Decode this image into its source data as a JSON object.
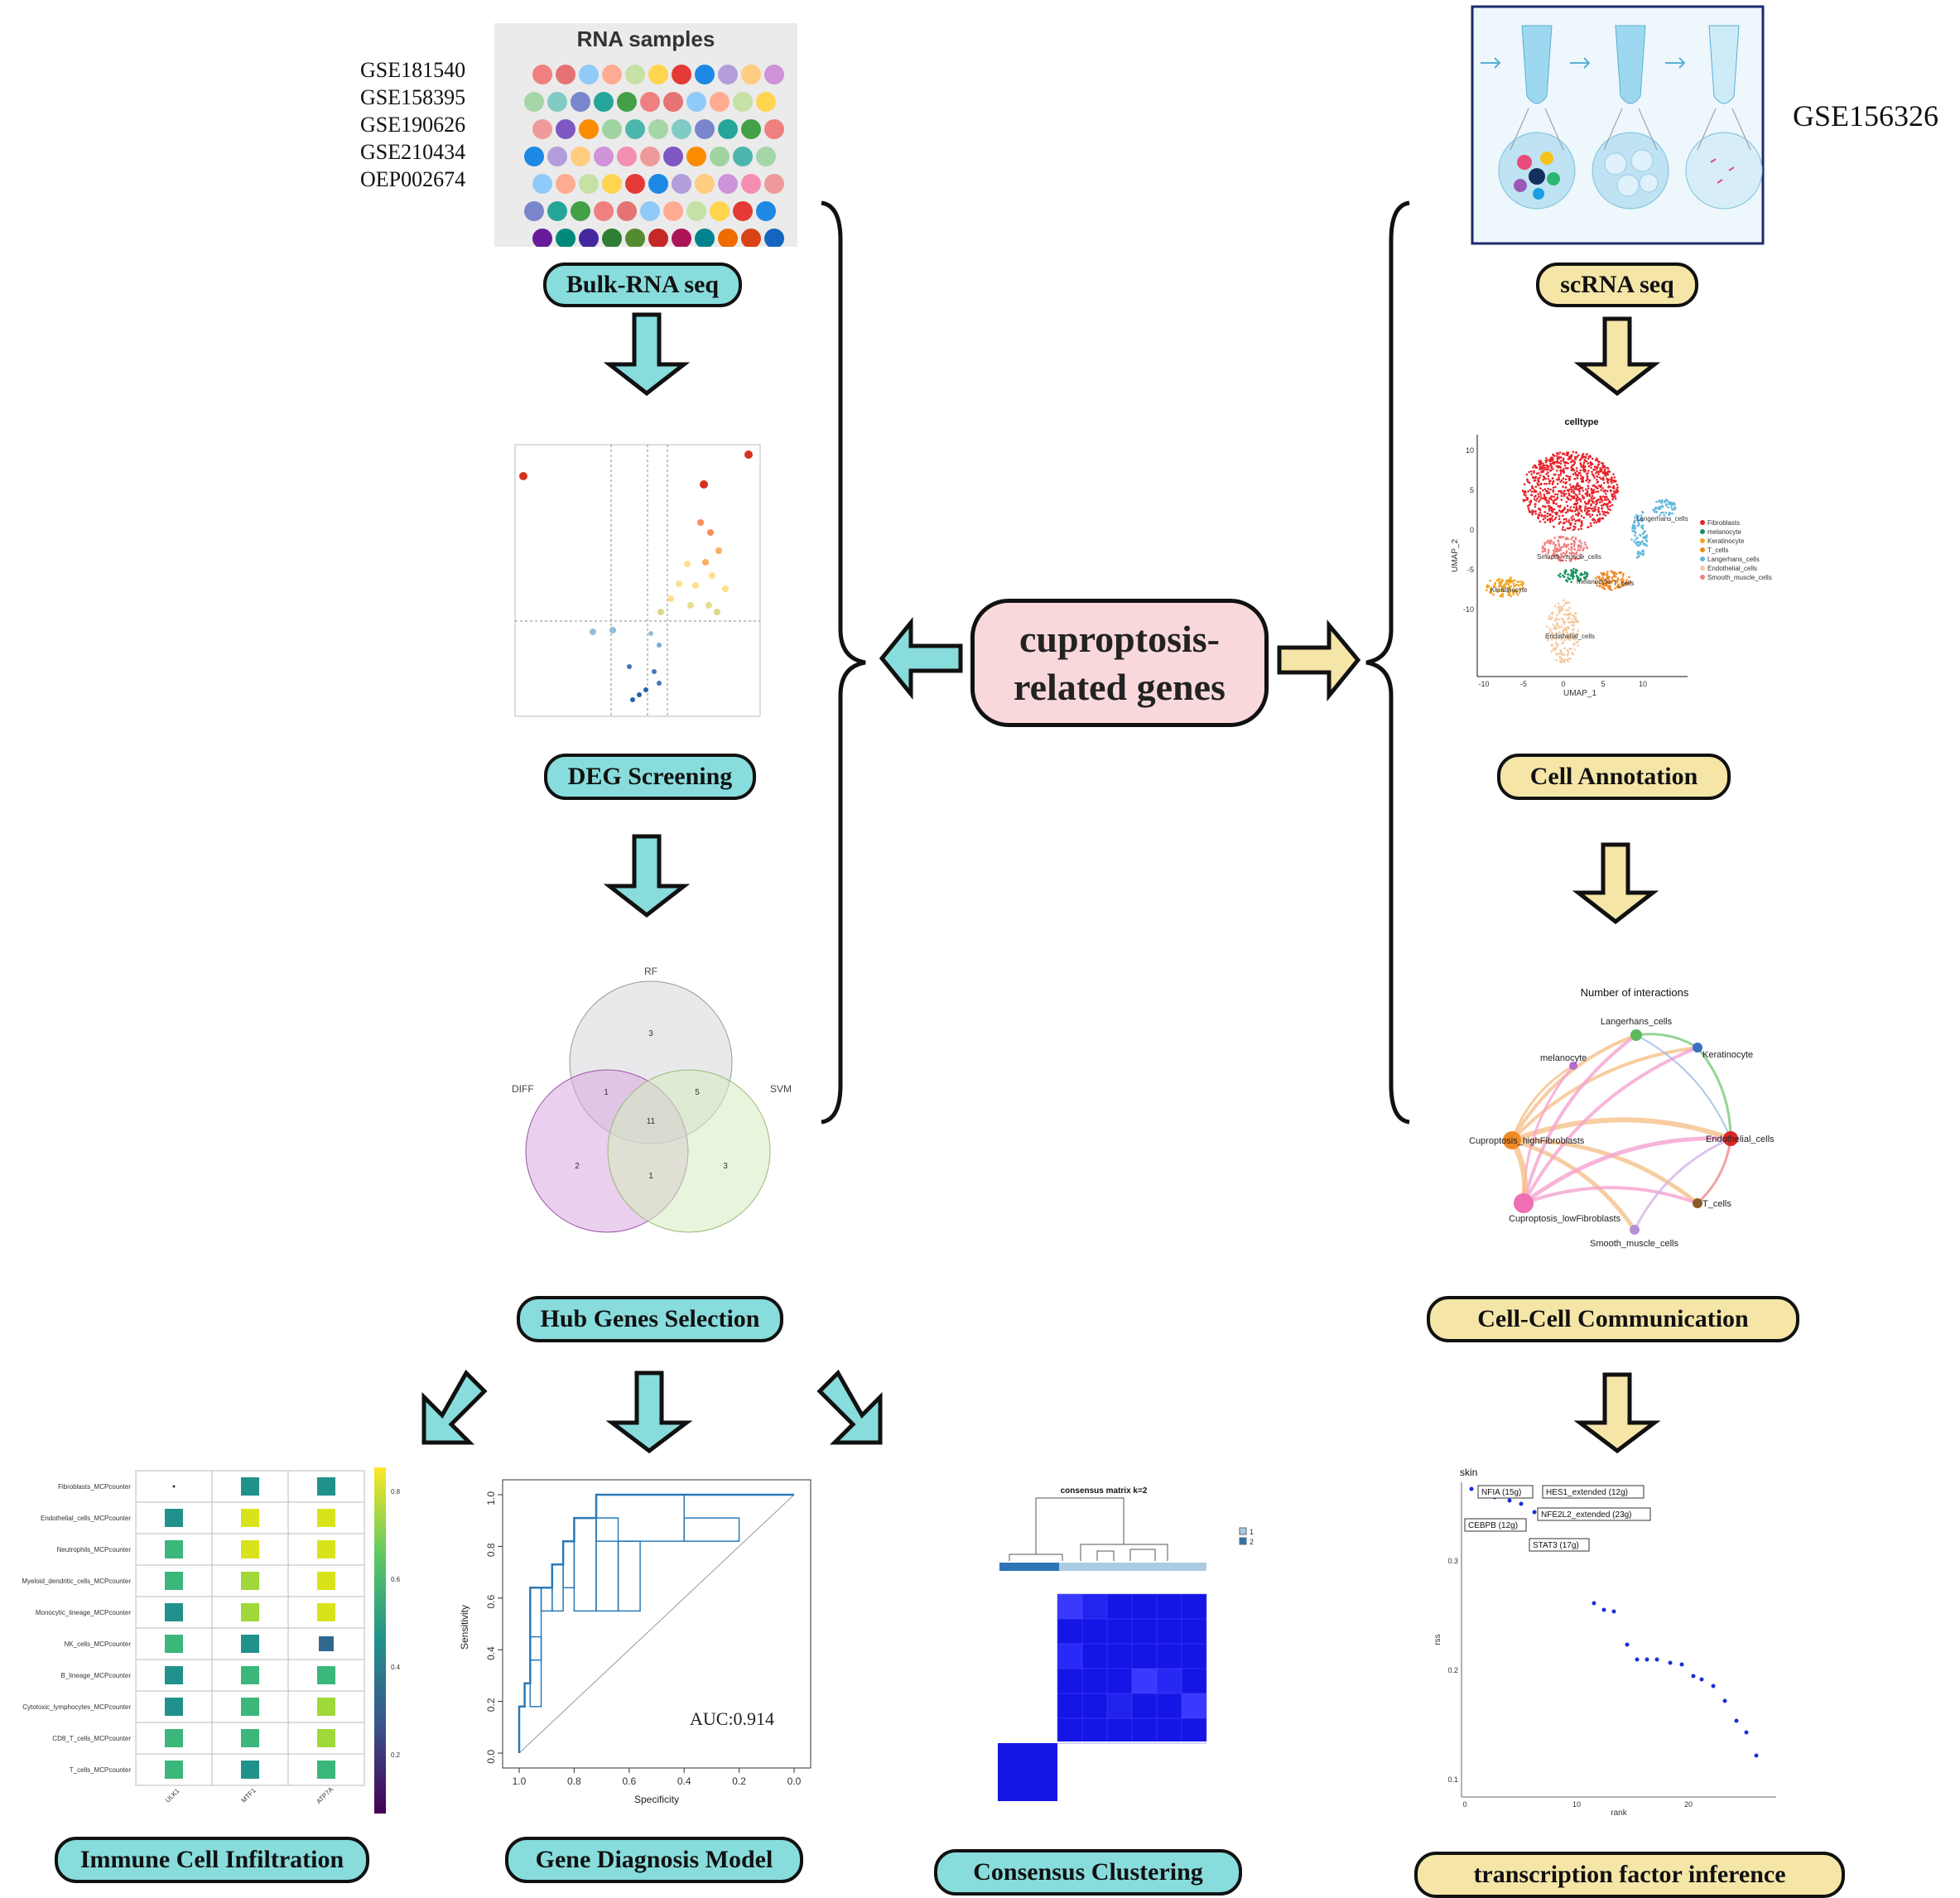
{
  "center": {
    "line1": "cuproptosis-",
    "line2": "related genes"
  },
  "left": {
    "datasets": [
      "GSE181540",
      "GSE158395",
      "GSE190626",
      "GSE210434",
      "OEP002674"
    ],
    "rna_samples_title": "RNA samples",
    "bulk_label": "Bulk-RNA seq",
    "deg_label": "DEG Screening",
    "hub_label": "Hub Genes Selection"
  },
  "venn": {
    "sets": [
      "RF",
      "DIFF",
      "SVM"
    ],
    "counts": {
      "rf_only": "3",
      "rf_diff": "1",
      "rf_svm": "5",
      "all": "11",
      "diff_only": "2",
      "diff_svm": "1",
      "svm_only": "3"
    }
  },
  "right": {
    "dataset": "GSE156326",
    "sc_label": "scRNA seq",
    "annot_label": "Cell Annotation",
    "comm_label": "Cell-Cell Communication",
    "tf_label": "transcription factor inference"
  },
  "umap": {
    "title": "celltype",
    "xlabel": "UMAP_1",
    "ylabel": "UMAP_2",
    "xticks": [
      "-10",
      "-5",
      "0",
      "5",
      "10"
    ],
    "yticks": [
      "10",
      "5",
      "0",
      "-5",
      "-10"
    ],
    "legend": [
      "Fibroblasts",
      "melanocyte",
      "Keratinocyte",
      "T_cells",
      "Langerhans_cells",
      "Endothelial_cells",
      "Smooth_muscle_cells"
    ],
    "legend_colors": [
      "#e8232a",
      "#1a8f5c",
      "#f0a41e",
      "#f08a24",
      "#5fb8dc",
      "#f5c8a0",
      "#f08080"
    ],
    "cluster_labels": [
      "Langerhans_cells",
      "Smooth_muscle_cells",
      "Keratinocyte",
      "melanocyte",
      "T_cells",
      "Endothelial_cells"
    ]
  },
  "network": {
    "title": "Number of interactions",
    "nodes": [
      "Langerhans_cells",
      "Keratinocyte",
      "melanocyte",
      "Endothelial_cells",
      "Cuproptosis_highFibroblasts",
      "T_cells",
      "Cuproptosis_lowFibroblasts",
      "Smooth_muscle_cells"
    ]
  },
  "bottom": {
    "immune_label": "Immune Cell Infiltration",
    "diag_label": "Gene Diagnosis Model",
    "consensus_label": "Consensus Clustering"
  },
  "heatmap": {
    "rows": [
      "Fibroblasts_MCPcounter",
      "Endothelial_cells_MCPcounter",
      "Neutrophils_MCPcounter",
      "Myeloid_dendritic_cells_MCPcounter",
      "Monocytic_lineage_MCPcounter",
      "NK_cells_MCPcounter",
      "B_lineage_MCPcounter",
      "Cytotoxic_lymphocytes_MCPcounter",
      "CD8_T_cells_MCPcounter",
      "T_cells_MCPcounter"
    ],
    "cols": [
      "ULK1",
      "MTF1",
      "ATP7A"
    ],
    "colorbar_ticks": [
      "0.8",
      "0.6",
      "0.4",
      "0.2"
    ]
  },
  "roc": {
    "auc": "AUC:0.914",
    "xlabel": "Specificity",
    "ylabel": "Sensitivity",
    "xticks": [
      "1.0",
      "0.8",
      "0.6",
      "0.4",
      "0.2",
      "0.0"
    ],
    "yticks": [
      "0.0",
      "0.2",
      "0.4",
      "0.6",
      "0.8",
      "1.0"
    ]
  },
  "consensus": {
    "title": "consensus matrix k=2",
    "legend": [
      "1",
      "2"
    ]
  },
  "tf": {
    "title": "skin",
    "xlabel": "rank",
    "ylabel": "rss",
    "xticks": [
      "0",
      "10",
      "20"
    ],
    "yticks": [
      "0.3",
      "0.2",
      "0.1"
    ],
    "labels": [
      "NFIA (15g)",
      "HES1_extended (12g)",
      "NFE2L2_extended (23g)",
      "CEBPB (12g)",
      "STAT3 (17g)"
    ]
  }
}
